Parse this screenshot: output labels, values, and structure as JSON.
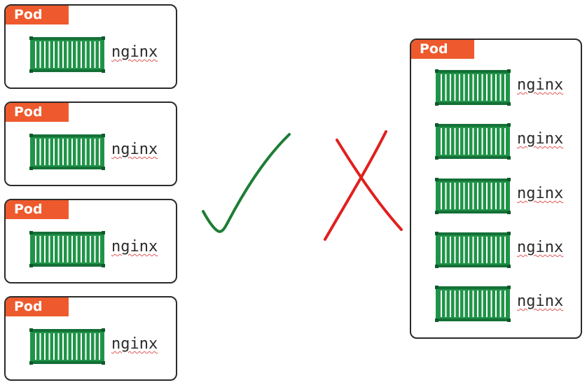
{
  "pod_label": "Pod",
  "container_name": "nginx",
  "colors": {
    "pod_tag": "#ee5a2d",
    "container": "#1f9448",
    "check": "#1e7d35",
    "cross": "#e0201e"
  },
  "left_pods": [
    {
      "label": "Pod",
      "containers": [
        "nginx"
      ]
    },
    {
      "label": "Pod",
      "containers": [
        "nginx"
      ]
    },
    {
      "label": "Pod",
      "containers": [
        "nginx"
      ]
    },
    {
      "label": "Pod",
      "containers": [
        "nginx"
      ]
    }
  ],
  "right_pod": {
    "label": "Pod",
    "containers": [
      "nginx",
      "nginx",
      "nginx",
      "nginx",
      "nginx"
    ]
  },
  "icons": [
    "container-icon",
    "checkmark-icon",
    "cross-icon"
  ]
}
